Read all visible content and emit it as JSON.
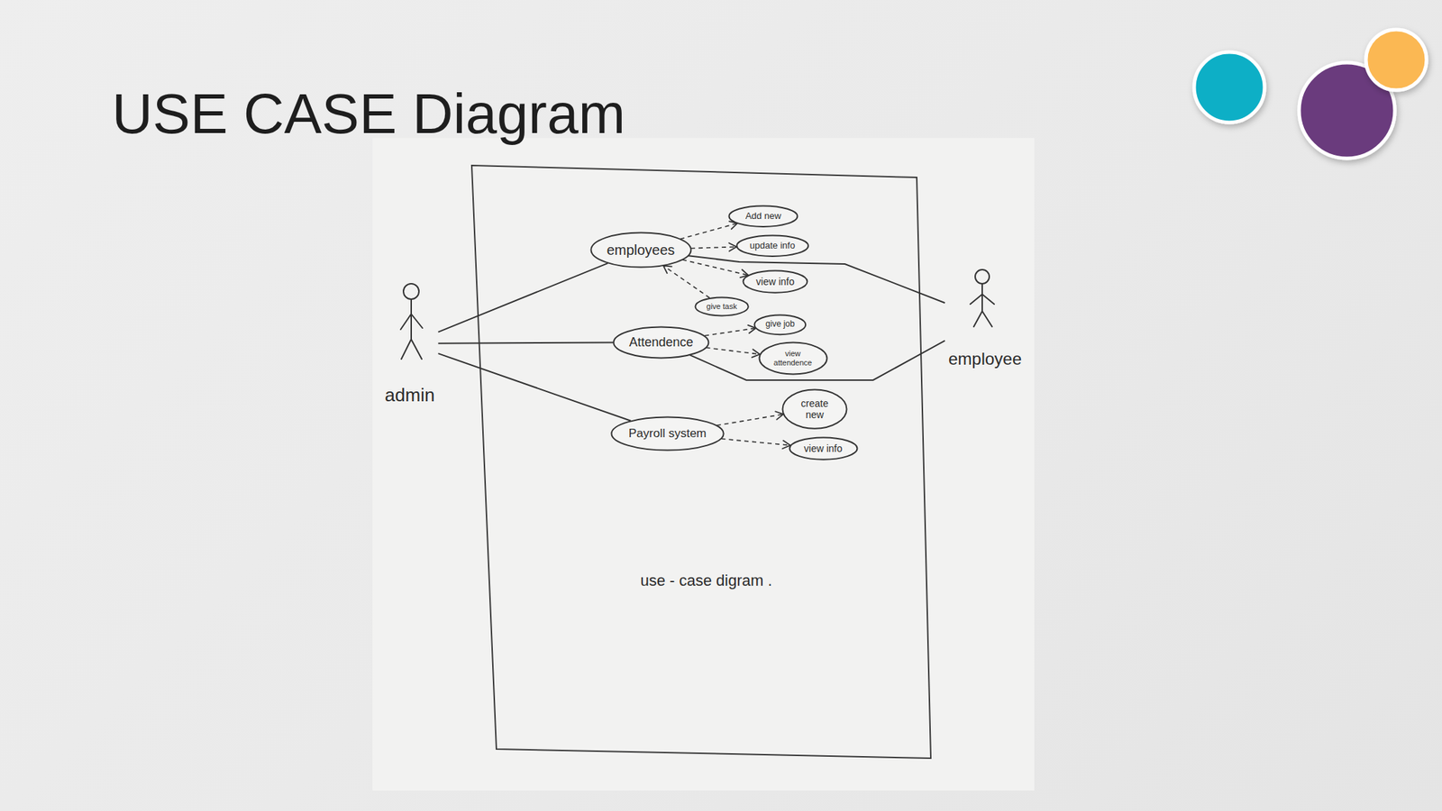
{
  "diagram": {
    "title": "USE CASE Diagram",
    "caption": "use - case digram .",
    "nodes": [
      {
        "text": [
          "admin"
        ]
      },
      {
        "text": [
          "employees"
        ]
      },
      {
        "text": [
          "Add new"
        ]
      },
      {
        "text": [
          "update info"
        ]
      },
      {
        "text": [
          "view info"
        ]
      },
      {
        "text": [
          "give task"
        ]
      },
      {
        "text": [
          "Attendence"
        ]
      },
      {
        "text": [
          "give job"
        ]
      },
      {
        "text": [
          "view attendence"
        ]
      },
      {
        "text": [
          "Payroll system"
        ]
      },
      {
        "text": [
          "create new"
        ]
      },
      {
        "text": [
          "view info"
        ]
      },
      {
        "text": [
          "employee"
        ]
      }
    ],
    "edges": [
      {
        "from": 0,
        "to": 1,
        "arrow": "none"
      },
      {
        "from": 0,
        "to": 6,
        "arrow": "none"
      },
      {
        "from": 0,
        "to": 9,
        "arrow": "none"
      },
      {
        "from": 12,
        "to": 1,
        "arrow": "none"
      },
      {
        "from": 12,
        "to": 6,
        "arrow": "none"
      },
      {
        "from": 1,
        "to": 2,
        "arrow": "to"
      },
      {
        "from": 1,
        "to": 3,
        "arrow": "to"
      },
      {
        "from": 1,
        "to": 4,
        "arrow": "to"
      },
      {
        "from": 5,
        "to": 1,
        "arrow": "to"
      },
      {
        "from": 6,
        "to": 7,
        "arrow": "to"
      },
      {
        "from": 6,
        "to": 8,
        "arrow": "to"
      },
      {
        "from": 9,
        "to": 10,
        "arrow": "to"
      },
      {
        "from": 9,
        "to": 11,
        "arrow": "to"
      }
    ]
  }
}
